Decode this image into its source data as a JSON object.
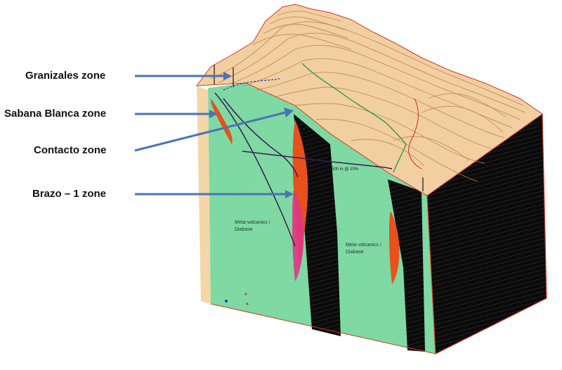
{
  "labels": {
    "granizales": "Granizales zone",
    "sabana": "Sabana Blanca zone",
    "contacto": "Contacto zone",
    "brazo": "Brazo – 1 zone"
  },
  "section_text": {
    "meta_left_1": "Meta-volcanics /",
    "meta_left_2": "Diabase",
    "meta_right_1": "Meta-volcanics /",
    "meta_right_2": "Diabase",
    "scale_note": "500 m @ 10%"
  },
  "colors": {
    "terrain": "#f2cfa0",
    "contour": "#b8834a",
    "host_rock": "#7fd9a3",
    "ore_zone": "#e8501c",
    "dike": "#0a0a0a",
    "arrow": "#4a73b8",
    "boundary": "#d23a2a"
  }
}
